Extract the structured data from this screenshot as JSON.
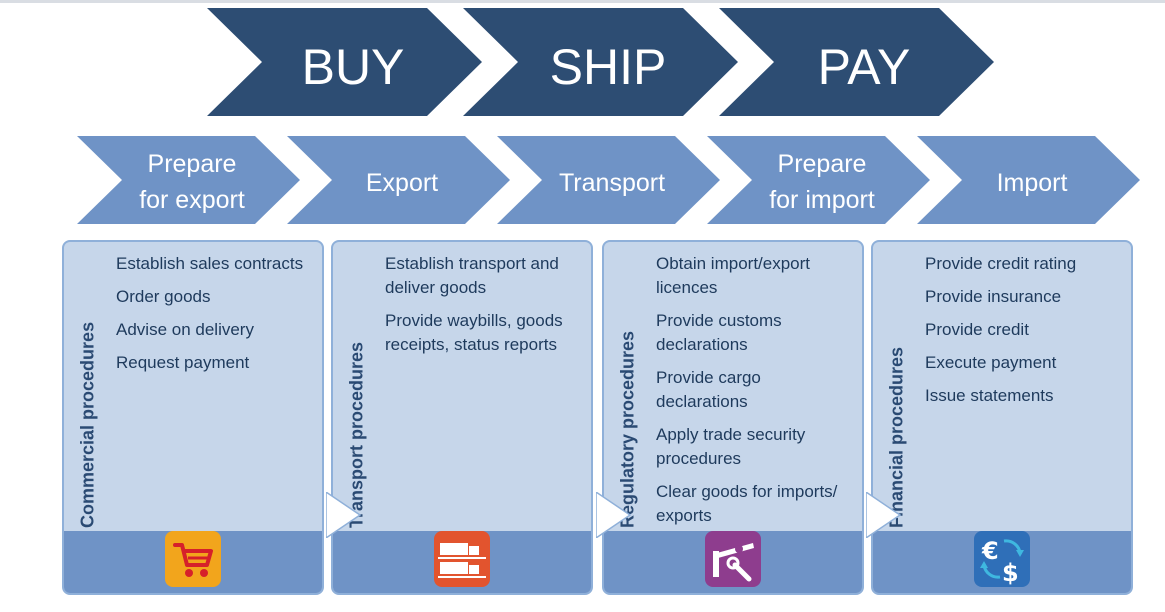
{
  "top_steps": [
    "BUY",
    "SHIP",
    "PAY"
  ],
  "stages": [
    {
      "lines": [
        "Prepare",
        "for export"
      ]
    },
    {
      "lines": [
        "Export"
      ]
    },
    {
      "lines": [
        "Transport"
      ]
    },
    {
      "lines": [
        "Prepare",
        "for import"
      ]
    },
    {
      "lines": [
        "Import"
      ]
    }
  ],
  "panels": [
    {
      "title": "Commercial procedures",
      "items": [
        "Establish sales contracts",
        "Order goods",
        "Advise on delivery",
        "Request payment"
      ],
      "icon": "shopping-cart-icon",
      "icon_color": "#f2a51c"
    },
    {
      "title": "Transport procedures",
      "items": [
        "Establish transport and deliver goods",
        "Provide waybills, goods receipts, status reports"
      ],
      "icon": "trucks-icon",
      "icon_color": "#e2542e"
    },
    {
      "title": "Regulatory procedures",
      "items": [
        "Obtain import/export licences",
        "Provide customs declarations",
        "Provide cargo declarations",
        "Apply trade security procedures",
        "Clear goods for imports/ exports"
      ],
      "icon": "barrier-wrench-icon",
      "icon_color": "#8e3d8e"
    },
    {
      "title": "Financial procedures",
      "items": [
        "Provide credit rating",
        "Provide insurance",
        "Provide credit",
        "Execute payment",
        "Issue statements"
      ],
      "icon": "euro-dollar-exchange-icon",
      "icon_color": "#2f6fb8"
    }
  ],
  "colors": {
    "top_arrow": "#2d4d73",
    "stage_arrow": "#6f93c6",
    "panel_bg": "#c6d6ea",
    "panel_footer": "#6f93c6",
    "panel_text": "#1e3a5c"
  }
}
